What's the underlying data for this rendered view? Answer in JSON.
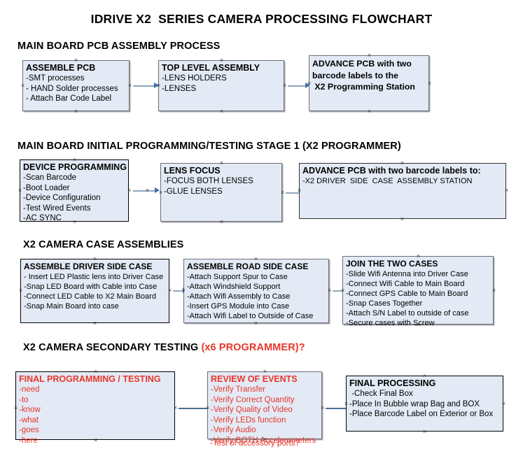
{
  "title": "IDRIVE X2  SERIES CAMERA PROCESSING FLOWCHART",
  "sections": [
    {
      "heading": "MAIN BOARD PCB ASSEMBLY PROCESS",
      "heading_red": "",
      "boxes": [
        {
          "title": "ASSEMBLE PCB",
          "lines": [
            "-SMT processes",
            "- HAND Solder processes",
            "- Attach Bar Code Label"
          ]
        },
        {
          "title": "TOP LEVEL ASSEMBLY",
          "lines": [
            "-LENS HOLDERS",
            "-LENSES"
          ]
        },
        {
          "title": "ADVANCE PCB with two",
          "lines": [
            "barcode labels to the",
            " X2 Programming Station"
          ]
        }
      ]
    },
    {
      "heading": "MAIN BOARD INITIAL PROGRAMMING/TESTING STAGE 1 (X2 PROGRAMMER)",
      "heading_red": "",
      "boxes": [
        {
          "title": "DEVICE PROGRAMMING",
          "lines": [
            "-Scan Barcode",
            "-Boot Loader",
            "-Device Configuration",
            "-Test Wired Events",
            "-AC SYNC"
          ]
        },
        {
          "title": "LENS FOCUS",
          "lines": [
            "-FOCUS BOTH LENSES",
            "-GLUE LENSES"
          ]
        },
        {
          "title": "ADVANCE PCB with two barcode labels to:",
          "lines": [
            "-X2 DRIVER  SIDE  CASE  ASSEMBLY STATION"
          ]
        }
      ]
    },
    {
      "heading": "X2 CAMERA CASE ASSEMBLIES",
      "heading_red": "",
      "boxes": [
        {
          "title": "ASSEMBLE DRIVER SIDE CASE",
          "lines": [
            "- Insert LED Plastic lens into Driver Case",
            "-Snap LED Board with Cable into Case",
            "-Connect LED Cable to X2 Main Board",
            "-Snap Main Board into case"
          ]
        },
        {
          "title": "ASSEMBLE ROAD SIDE CASE",
          "lines": [
            "-Attach Support Spur to Case",
            "-Attach Windshield Support",
            "-Attach Wifi Assembly to Case",
            "-Insert GPS Module into Case",
            "-Attach Wifi Label to Outside of Case"
          ]
        },
        {
          "title": "JOIN THE TWO CASES",
          "lines": [
            "-Slide Wifi Antenna into Driver Case",
            "-Connect Wifi Cable to Main Board",
            "-Connect GPS Cable to Main Board",
            "-Snap Cases Together",
            "-Attach S/N Label to outside of case",
            "-Secure cases with Screw"
          ]
        }
      ]
    },
    {
      "heading": "X2 CAMERA SECONDARY TESTING ",
      "heading_red": "(x6 PROGRAMMER)?",
      "boxes": [
        {
          "title": "FINAL PROGRAMMING / TESTING",
          "lines": [
            "-need",
            "-to",
            "-know",
            "-what",
            "-goes",
            "-here"
          ]
        },
        {
          "title": "REVIEW OF EVENTS",
          "lines": [
            "-Verify Transfer",
            "-Verify Correct Quantity",
            "-Verify Quality of Video",
            "-Verify LEDs function",
            "-Verify Audio",
            "-Verify BOTH Accelerometers"
          ],
          "overflow_line": "-Test of accessory ports?"
        },
        {
          "title": "FINAL PROCESSING",
          "lines": [
            " -Check Final Box",
            "-Place In Bubble wrap Bag and BOX",
            "-Place Barcode Label on Exterior or Box"
          ]
        }
      ]
    }
  ],
  "colors": {
    "box_fill": "#e3eaf5",
    "box_border": "#2f2f2f",
    "red_text": "#e8352b",
    "connector": "#8ea6c0",
    "arrowhead": "#3b6fae"
  }
}
